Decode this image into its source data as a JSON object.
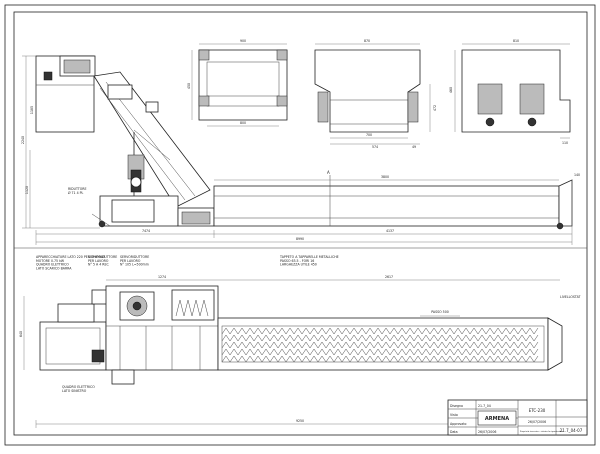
{
  "dimensions": {
    "top_front_length": "7474",
    "top_straight_length": "3800",
    "top_total_length": "4137",
    "top_overall": "8990",
    "top_height_total": "2240",
    "top_height_upper": "1185",
    "top_height_lower": "1120",
    "top_right_small": "140",
    "plan_overall": "9250",
    "plan_segment_a": "1274",
    "plan_segment_b": "2617",
    "plan_left_height": "640",
    "pitch_label": "PASSO 500",
    "view1_width_top": "900",
    "view1_width_bottom": "800",
    "view1_height": "450",
    "view2_width_top": "870",
    "view2_width_bottom": "700",
    "view2_width_inner": "574",
    "view2_height": "472",
    "view2_side": "49",
    "view3_width": "810",
    "view3_height": "460",
    "view3_side": "110"
  },
  "labels": {
    "section_a": "A",
    "motor_note": "RIDUTTORE\nØ 71 4 PL",
    "plan_note_left": "APPARECCHIATURE LATO 220 PER CHIPOUT\nMOTORE 0.75 kW\nQUADRO ELETTRICO\nLATO SCARICO BARRA",
    "plan_note_mid1": "SERVORIDUTTORE\nPER LAVORO\nN° 5 A 4 REC",
    "plan_note_mid2": "SERVORIDUTTORE\nPER LAVORO\nN° 105 L=500mm",
    "plan_note_belt": "TAPPETO A TAPPARELLE METALLICHE\nPASSO 63.5 - FORI 16\nLARGHEZZA UTILE 450",
    "plan_note_right": "LIVELLOSTAT",
    "plan_note_bottom": "QUADRO ELETTRICO\nLATO SINISTRO"
  },
  "title_block": {
    "logo": "ARMENA",
    "code": "ETC-230",
    "drawing_number": "21.7_04-07",
    "date": "26/07/2006",
    "row_labels": [
      "Disegno",
      "Visto",
      "Approvato",
      "Data"
    ],
    "row_values": [
      "21.7_04",
      "",
      "",
      "26/07/2006"
    ],
    "note": "Proprietà riservata - vietata la riproduzione"
  }
}
